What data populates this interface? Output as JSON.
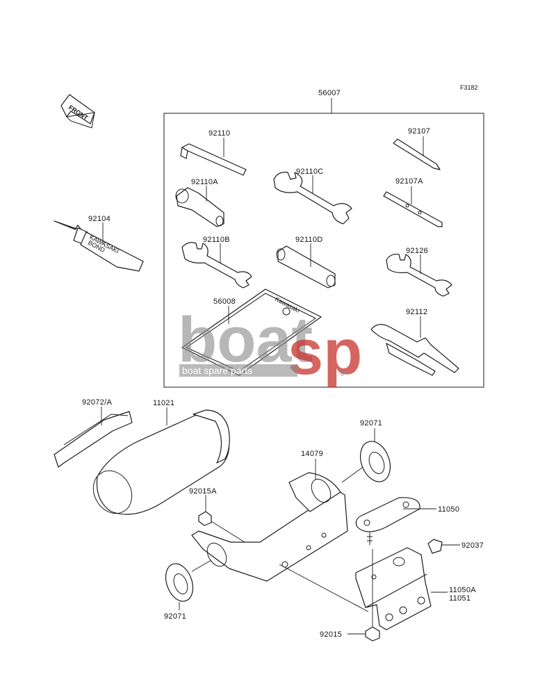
{
  "diagram_code": "F3182",
  "front_label": "FRONT",
  "pouch_brand": "Kawasaki",
  "bond_label_top": "KAWASAKI",
  "bond_label_bottom": "BOND",
  "watermark": {
    "main_left": "boat",
    "main_right": "sp",
    "suffix": ".gr",
    "tagline": "boat spare parts"
  },
  "labels": {
    "p56007": "56007",
    "p92110": "92110",
    "p92107": "92107",
    "p92110C": "92110C",
    "p92110A": "92110A",
    "p92107A": "92107A",
    "p92104": "92104",
    "p92110B": "92110B",
    "p92110D": "92110D",
    "p92126": "92126",
    "p56008": "56008",
    "p92112": "92112",
    "p92072A": "92072/A",
    "p11021": "11021",
    "p92071a": "92071",
    "p14079": "14079",
    "p92015A": "92015A",
    "p11050": "11050",
    "p92037": "92037",
    "p92071b": "92071",
    "p11050A": "11050A",
    "p11051": "11051",
    "p92015": "92015"
  },
  "colors": {
    "line": "#1a1a1a",
    "watermark_gray": "#8c8c8c",
    "watermark_red": "#c7322d"
  }
}
